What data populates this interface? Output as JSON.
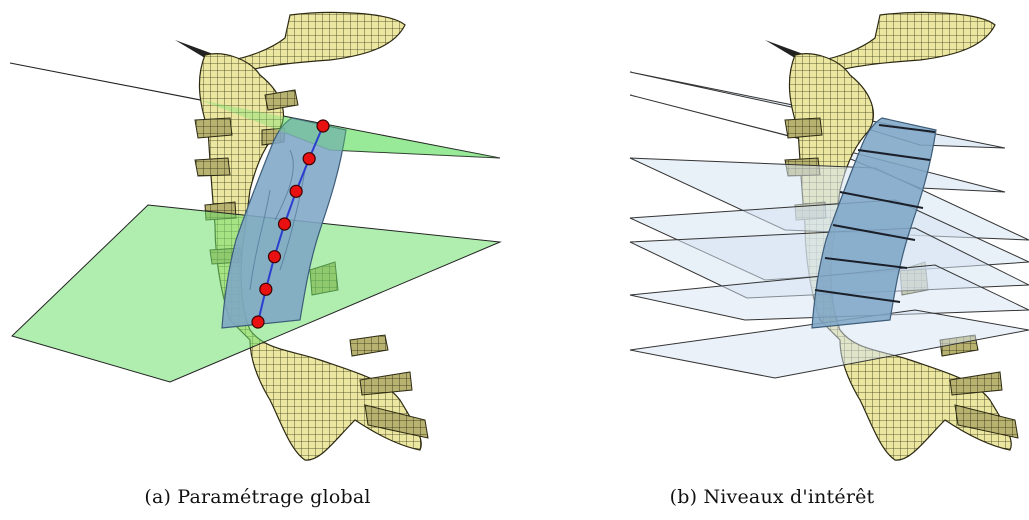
{
  "figure": {
    "panels": [
      {
        "label": "(a)",
        "caption": "Paramétrage global"
      },
      {
        "label": "(b)",
        "caption": "Niveaux d'intérêt"
      }
    ],
    "colors": {
      "bone_fill": "#ebe6a0",
      "bone_stroke": "#2d2a14",
      "tissue_fill": "#7ea6c6",
      "global_plane": "#6ee06e",
      "level_plane": "#d6e4f3",
      "centerline": "#2b3fcf",
      "control_point": "#e81010"
    },
    "control_point_count": 7,
    "level_plane_count": 6
  }
}
